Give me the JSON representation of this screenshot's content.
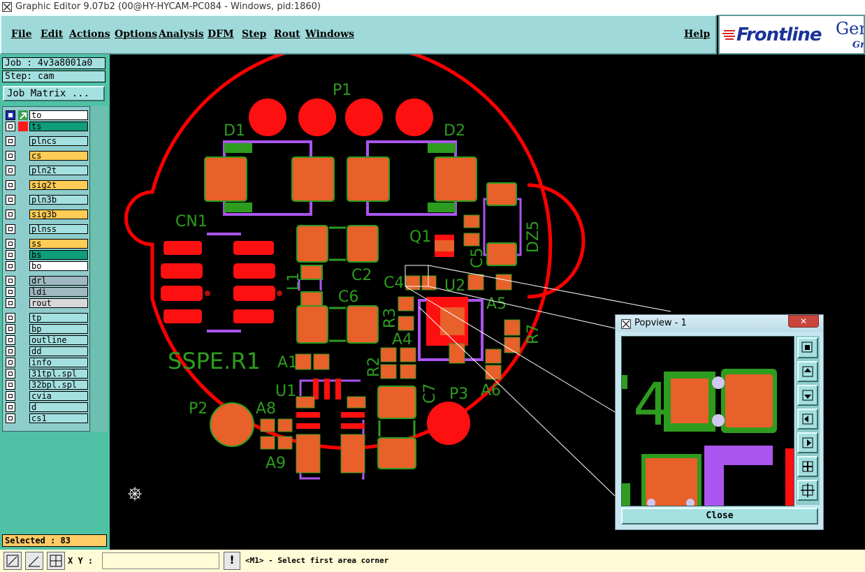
{
  "window": {
    "title": "Graphic Editor 9.07b2 (00@HY-HYCAM-PC084 - Windows, pid:1860)"
  },
  "menu": {
    "items": [
      "File",
      "Edit",
      "Actions",
      "Options",
      "Analysis",
      "DFM",
      "Step",
      "Rout",
      "Windows"
    ],
    "help": "Help"
  },
  "brand": {
    "name": "Frontline",
    "gen": "Gen",
    "gro": "Gro"
  },
  "job": {
    "label": "Job : 4v3a8001a0",
    "step": "Step: cam",
    "matrix_button": "Job Matrix ..."
  },
  "layers": [
    {
      "name": "to",
      "color": "#ffffff",
      "swatch": "#3aa050",
      "checked": true
    },
    {
      "name": "ts",
      "color": "#0f9d7a",
      "swatch": "#ff1a1a",
      "checked": false
    },
    {
      "name": "plncs",
      "color": "#a5e0e0",
      "swatch": "",
      "checked": false
    },
    {
      "name": "cs",
      "color": "#ffcc55",
      "swatch": "",
      "checked": false
    },
    {
      "name": "pln2t",
      "color": "#a5e0e0",
      "swatch": "",
      "checked": false
    },
    {
      "name": "sig2t",
      "color": "#ffcc55",
      "swatch": "",
      "checked": false
    },
    {
      "name": "pln3b",
      "color": "#a5e0e0",
      "swatch": "",
      "checked": false
    },
    {
      "name": "sig3b",
      "color": "#ffcc55",
      "swatch": "",
      "checked": false
    },
    {
      "name": "plnss",
      "color": "#a5e0e0",
      "swatch": "",
      "checked": false
    },
    {
      "name": "ss",
      "color": "#ffcc55",
      "swatch": "",
      "checked": false
    },
    {
      "name": "bs",
      "color": "#0f9d7a",
      "swatch": "",
      "checked": false
    },
    {
      "name": "bo",
      "color": "#ffffff",
      "swatch": "",
      "checked": false
    },
    {
      "name": "drl",
      "color": "#a0b8c0",
      "swatch": "",
      "checked": false
    },
    {
      "name": "ldi",
      "color": "#a0b8c0",
      "swatch": "",
      "checked": false
    },
    {
      "name": "rout",
      "color": "#d8d8d8",
      "swatch": "",
      "checked": false
    },
    {
      "name": "tp",
      "color": "#a5e0e0",
      "swatch": "",
      "checked": false
    },
    {
      "name": "bp",
      "color": "#a5e0e0",
      "swatch": "",
      "checked": false
    },
    {
      "name": "outline",
      "color": "#a5e0e0",
      "swatch": "",
      "checked": false
    },
    {
      "name": "dd",
      "color": "#a5e0e0",
      "swatch": "",
      "checked": false
    },
    {
      "name": "info",
      "color": "#a5e0e0",
      "swatch": "",
      "checked": false
    },
    {
      "name": "31tpl.spl",
      "color": "#a5e0e0",
      "swatch": "",
      "checked": false
    },
    {
      "name": "32bpl.spl",
      "color": "#a5e0e0",
      "swatch": "",
      "checked": false
    },
    {
      "name": "cvia",
      "color": "#a5e0e0",
      "swatch": "",
      "checked": false
    },
    {
      "name": "d",
      "color": "#a5e0e0",
      "swatch": "",
      "checked": false
    },
    {
      "name": "cs1",
      "color": "#a5e0e0",
      "swatch": "",
      "checked": false
    }
  ],
  "selected": "Selected : 83",
  "pcb": {
    "labels": [
      "P1",
      "D1",
      "D2",
      "CN1",
      "Q1",
      "C5",
      "DZ5",
      "L1",
      "C2",
      "C4",
      "U2",
      "C6",
      "R3",
      "A5",
      "R7",
      "A4",
      "SSPE.R1",
      "A1",
      "R2",
      "U1",
      "C7",
      "P3",
      "A6",
      "P2",
      "A8",
      "A9"
    ],
    "colors": {
      "outline": "#ff0000",
      "pad": "#e8602a",
      "silk": "#2e9c1e",
      "mask": "#aa55ee"
    }
  },
  "popview": {
    "title": "Popview - 1",
    "close_label": "Close",
    "zoom_label": "4"
  },
  "bottom": {
    "xy_label": "X Y :",
    "xy_value": "",
    "warn": "!",
    "status": "<M1> - Select first area corner"
  }
}
